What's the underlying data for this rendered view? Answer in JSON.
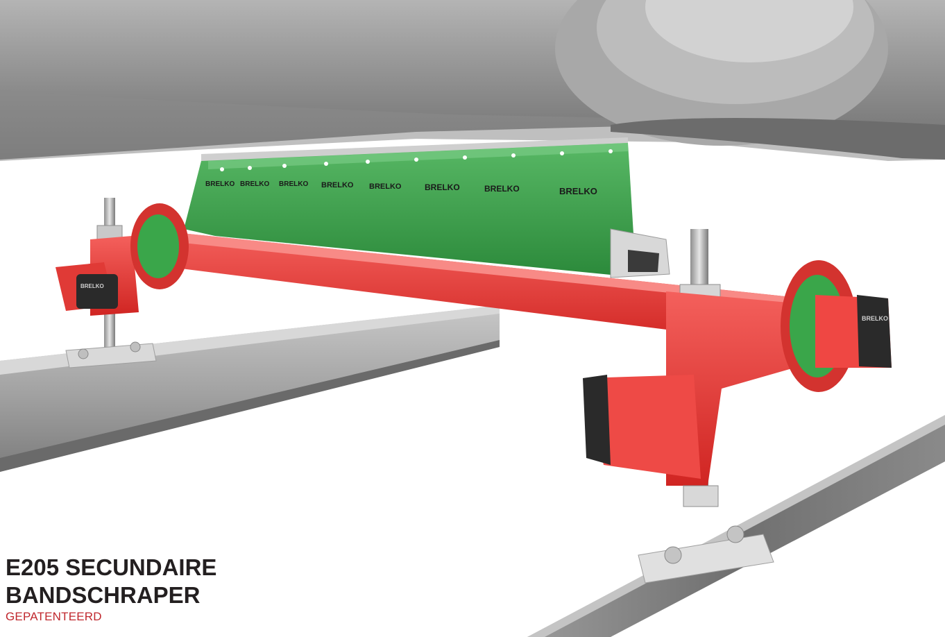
{
  "product": {
    "title_line1": "E205 SECUNDAIRE",
    "title_line2": "BANDSCHRAPER",
    "subtitle": "GEPATENTEERD"
  },
  "blade_brand": "BRELKO",
  "colors": {
    "frame": "#e8322f",
    "blade": "#3aa64a",
    "pulley": "#9a9a9a",
    "rail": "#a9a9a9",
    "subtitle": "#c0272d",
    "title": "#231f20"
  }
}
